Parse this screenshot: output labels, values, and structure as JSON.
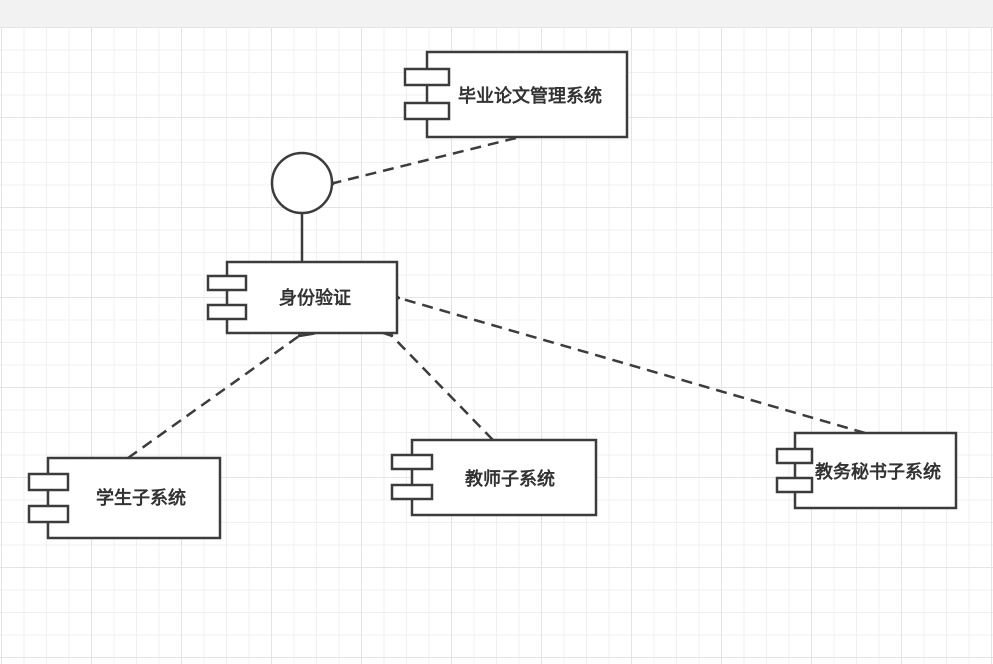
{
  "diagram": {
    "type": "UML component diagram",
    "interface": {
      "name": "identity-interface",
      "label": ""
    },
    "components": [
      {
        "id": "thesis",
        "label": "毕业论文管理系统"
      },
      {
        "id": "auth",
        "label": "身份验证"
      },
      {
        "id": "student",
        "label": "学生子系统"
      },
      {
        "id": "teacher",
        "label": "教师子系统"
      },
      {
        "id": "secretary",
        "label": "教务秘书子系统"
      }
    ],
    "connections": [
      {
        "from": "thesis",
        "to": "interface",
        "style": "dashed-open-arrow"
      },
      {
        "from": "auth",
        "to": "interface",
        "style": "solid-line"
      },
      {
        "from": "student",
        "to": "auth",
        "style": "dashed-open-arrow"
      },
      {
        "from": "teacher",
        "to": "auth",
        "style": "dashed-open-arrow"
      },
      {
        "from": "secretary",
        "to": "auth",
        "style": "dashed-open-arrow"
      }
    ],
    "colors": {
      "stroke": "#3c3c3c",
      "text": "#333333",
      "fill": "#ffffff",
      "grid": "#f0f0f0"
    }
  }
}
